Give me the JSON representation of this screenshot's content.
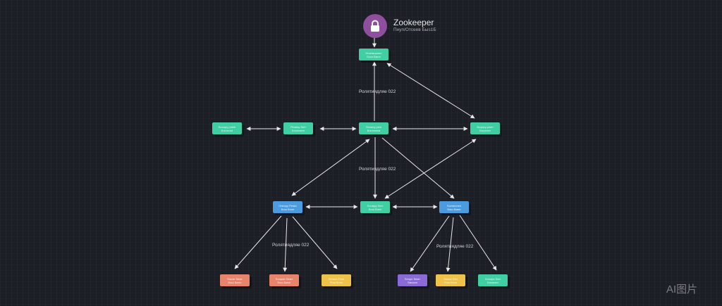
{
  "header": {
    "title": "Zookeeper",
    "subtitle": "Пнуп/Отсеев Быѕ1Б"
  },
  "colors": {
    "background": "#1c1f26",
    "icon": "#8e4f9c",
    "teal": "#3fcfa2",
    "blue": "#4a9be0",
    "coral": "#e8836c",
    "yellow": "#efc24a",
    "purple": "#8a6bd6",
    "edge": "#e8e8e8"
  },
  "nodes": [
    {
      "id": "top",
      "color": "teal",
      "lines": [
        "Ноземорнеп",
        "Бьоз Бмоп"
      ]
    },
    {
      "id": "mid-far-left",
      "color": "teal",
      "lines": [
        "Бьоору рлеіп",
        "Бнсолом"
      ]
    },
    {
      "id": "mid-left",
      "color": "teal",
      "lines": [
        "Реоиѕу Ѕеіт",
        "Бнселаен"
      ]
    },
    {
      "id": "mid-center",
      "color": "teal",
      "lines": [
        "Ѕеоопу реіп",
        "Бнсолеем"
      ]
    },
    {
      "id": "mid-right",
      "color": "teal",
      "lines": [
        "Бьуору рлеп",
        "Бнсонеп"
      ]
    },
    {
      "id": "low-left",
      "color": "blue",
      "lines": [
        "Пнеору Реміп",
        "Бош Бноп"
      ]
    },
    {
      "id": "low-center",
      "color": "teal",
      "lines": [
        "Ѕоомру Ѕеіт",
        "Бош Бнеп"
      ]
    },
    {
      "id": "low-right",
      "color": "blue",
      "lines": [
        "Ѕсенеонеп",
        "Бош Бмоп"
      ]
    },
    {
      "id": "leaf-1",
      "color": "coral",
      "lines": [
        "Ѕоозе Ѕемт",
        "Бош Бмоп"
      ]
    },
    {
      "id": "leaf-2",
      "color": "coral",
      "lines": [
        "Ѕоорае Ѕемт",
        "Бош Бмоп"
      ]
    },
    {
      "id": "leaf-3",
      "color": "yellow",
      "lines": [
        "Ѕеомо Роеп",
        "Рош Бноп"
      ]
    },
    {
      "id": "leaf-4",
      "color": "purple",
      "lines": [
        "Ѕеоре Ѕемт",
        "Ѕмсаон"
      ]
    },
    {
      "id": "leaf-5",
      "color": "yellow",
      "lines": [
        "Ѕоопр Ѕеп",
        "Рош Бнсп"
      ]
    },
    {
      "id": "leaf-6",
      "color": "teal",
      "lines": [
        "Бсоорь Ѕеп",
        "Бнсанеп"
      ]
    }
  ],
  "edge_labels": [
    {
      "text": "Ролятиядляe 022"
    },
    {
      "text": "Ролятиядляe 022"
    },
    {
      "text": "Ролятиядляe 022"
    },
    {
      "text": "Ролятиядляe 022"
    }
  ],
  "watermark": "AI图片"
}
